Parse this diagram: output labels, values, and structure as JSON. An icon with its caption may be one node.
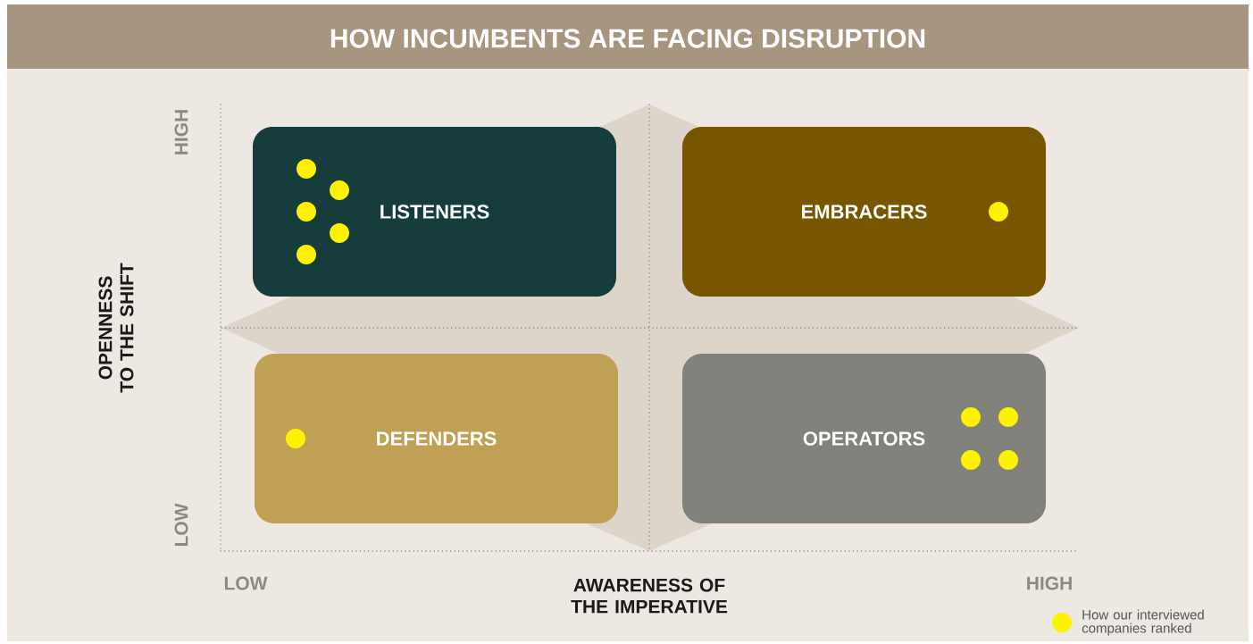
{
  "diagram": {
    "title": "HOW INCUMBENTS ARE FACING DISRUPTION",
    "nodes": [
      {
        "text": [
          "LISTENERS"
        ]
      },
      {
        "text": [],
        "shape": "circle",
        "in": 0
      },
      {
        "text": [],
        "shape": "circle",
        "in": 0
      },
      {
        "text": [],
        "shape": "circle",
        "in": 0
      },
      {
        "text": [],
        "shape": "circle",
        "in": 0
      },
      {
        "text": [],
        "shape": "circle",
        "in": 0
      },
      {
        "text": [
          "EMBRACERS"
        ]
      },
      {
        "text": [],
        "shape": "circle",
        "in": 6
      },
      {
        "text": [
          "DEFENDERS"
        ]
      },
      {
        "text": [],
        "shape": "circle",
        "in": 8
      },
      {
        "text": [
          "OPERATORS"
        ]
      },
      {
        "text": [],
        "shape": "circle",
        "in": 10
      },
      {
        "text": [],
        "shape": "circle",
        "in": 10
      },
      {
        "text": [],
        "shape": "circle",
        "in": 10
      },
      {
        "text": [],
        "shape": "circle",
        "in": 10
      }
    ],
    "labels": [
      "HIGH",
      "OPENNESS TO THE SHIFT",
      "LOW",
      "LOW",
      "AWARENESS OF THE IMPERATIVE",
      "HIGH"
    ],
    "legend": [
      {
        "text": "How our interviewed companies ranked",
        "color": "#fff200"
      }
    ]
  }
}
